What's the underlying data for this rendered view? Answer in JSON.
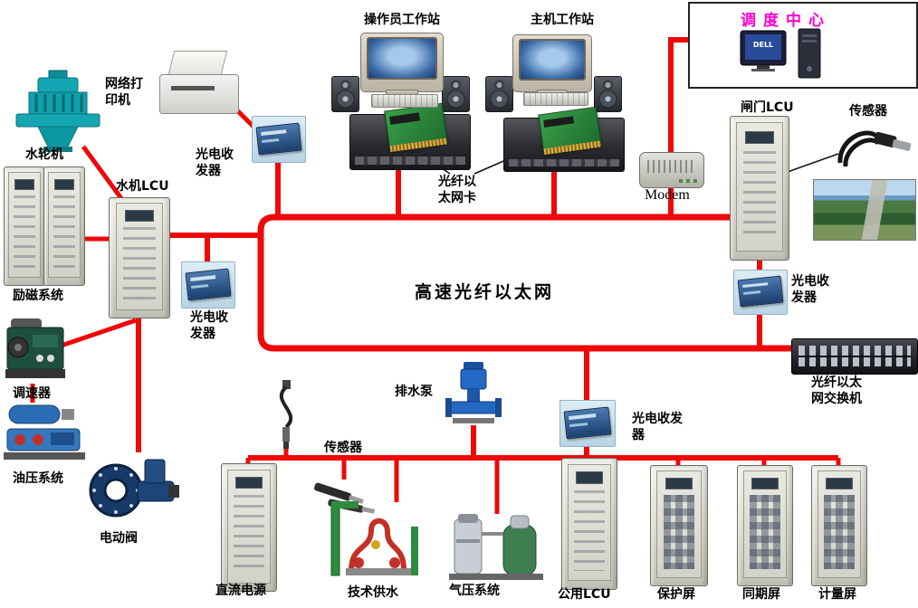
{
  "page": {
    "background": "#ffffff"
  },
  "colors": {
    "bus_line": "#ee0808",
    "dispatch_text": "#ff00cc"
  },
  "network": {
    "bus_label": "高速光纤以太网"
  },
  "nodes": {
    "operator_workstation": {
      "label": "操作员工作站"
    },
    "main_workstation": {
      "label": "主机工作站"
    },
    "dispatch_center": {
      "label": "调度中心",
      "brand": "DELL"
    },
    "network_printer": {
      "line1": "网络打",
      "line2": "印机"
    },
    "turbine": {
      "label": "水轮机"
    },
    "hydro_lcu": {
      "label": "水机LCU"
    },
    "transceiver_printer": {
      "line1": "光电收",
      "line2": "发器"
    },
    "transceiver_hydro": {
      "line1": "光电收",
      "line2": "发器"
    },
    "transceiver_gate": {
      "line1": "光电收",
      "line2": "发器"
    },
    "transceiver_common": {
      "line1": "光电收发",
      "line2": "器"
    },
    "fiber_nic": {
      "line1": "光纤以",
      "line2": "太网卡"
    },
    "modem": {
      "label": "Modem"
    },
    "gate_lcu": {
      "label": "闸门LCU"
    },
    "sensor_gate": {
      "label": "传感器"
    },
    "excitation": {
      "label": "励磁系统"
    },
    "governor": {
      "label": "调速器"
    },
    "oil_pressure": {
      "label": "油压系统"
    },
    "electric_valve": {
      "label": "电动阀"
    },
    "fiber_switch": {
      "line1": "光纤以太",
      "line2": "网交换机"
    },
    "drain_pump": {
      "label": "排水泵"
    },
    "sensor_common": {
      "label": "传感器"
    },
    "dc_power": {
      "label": "直流电源"
    },
    "tech_water": {
      "label": "技术供水"
    },
    "air_pressure": {
      "label": "气压系统"
    },
    "common_lcu": {
      "label": "公用LCU"
    },
    "protection_panel": {
      "label": "保护屏"
    },
    "sync_panel": {
      "label": "同期屏"
    },
    "metering_panel": {
      "label": "计量屏"
    }
  }
}
